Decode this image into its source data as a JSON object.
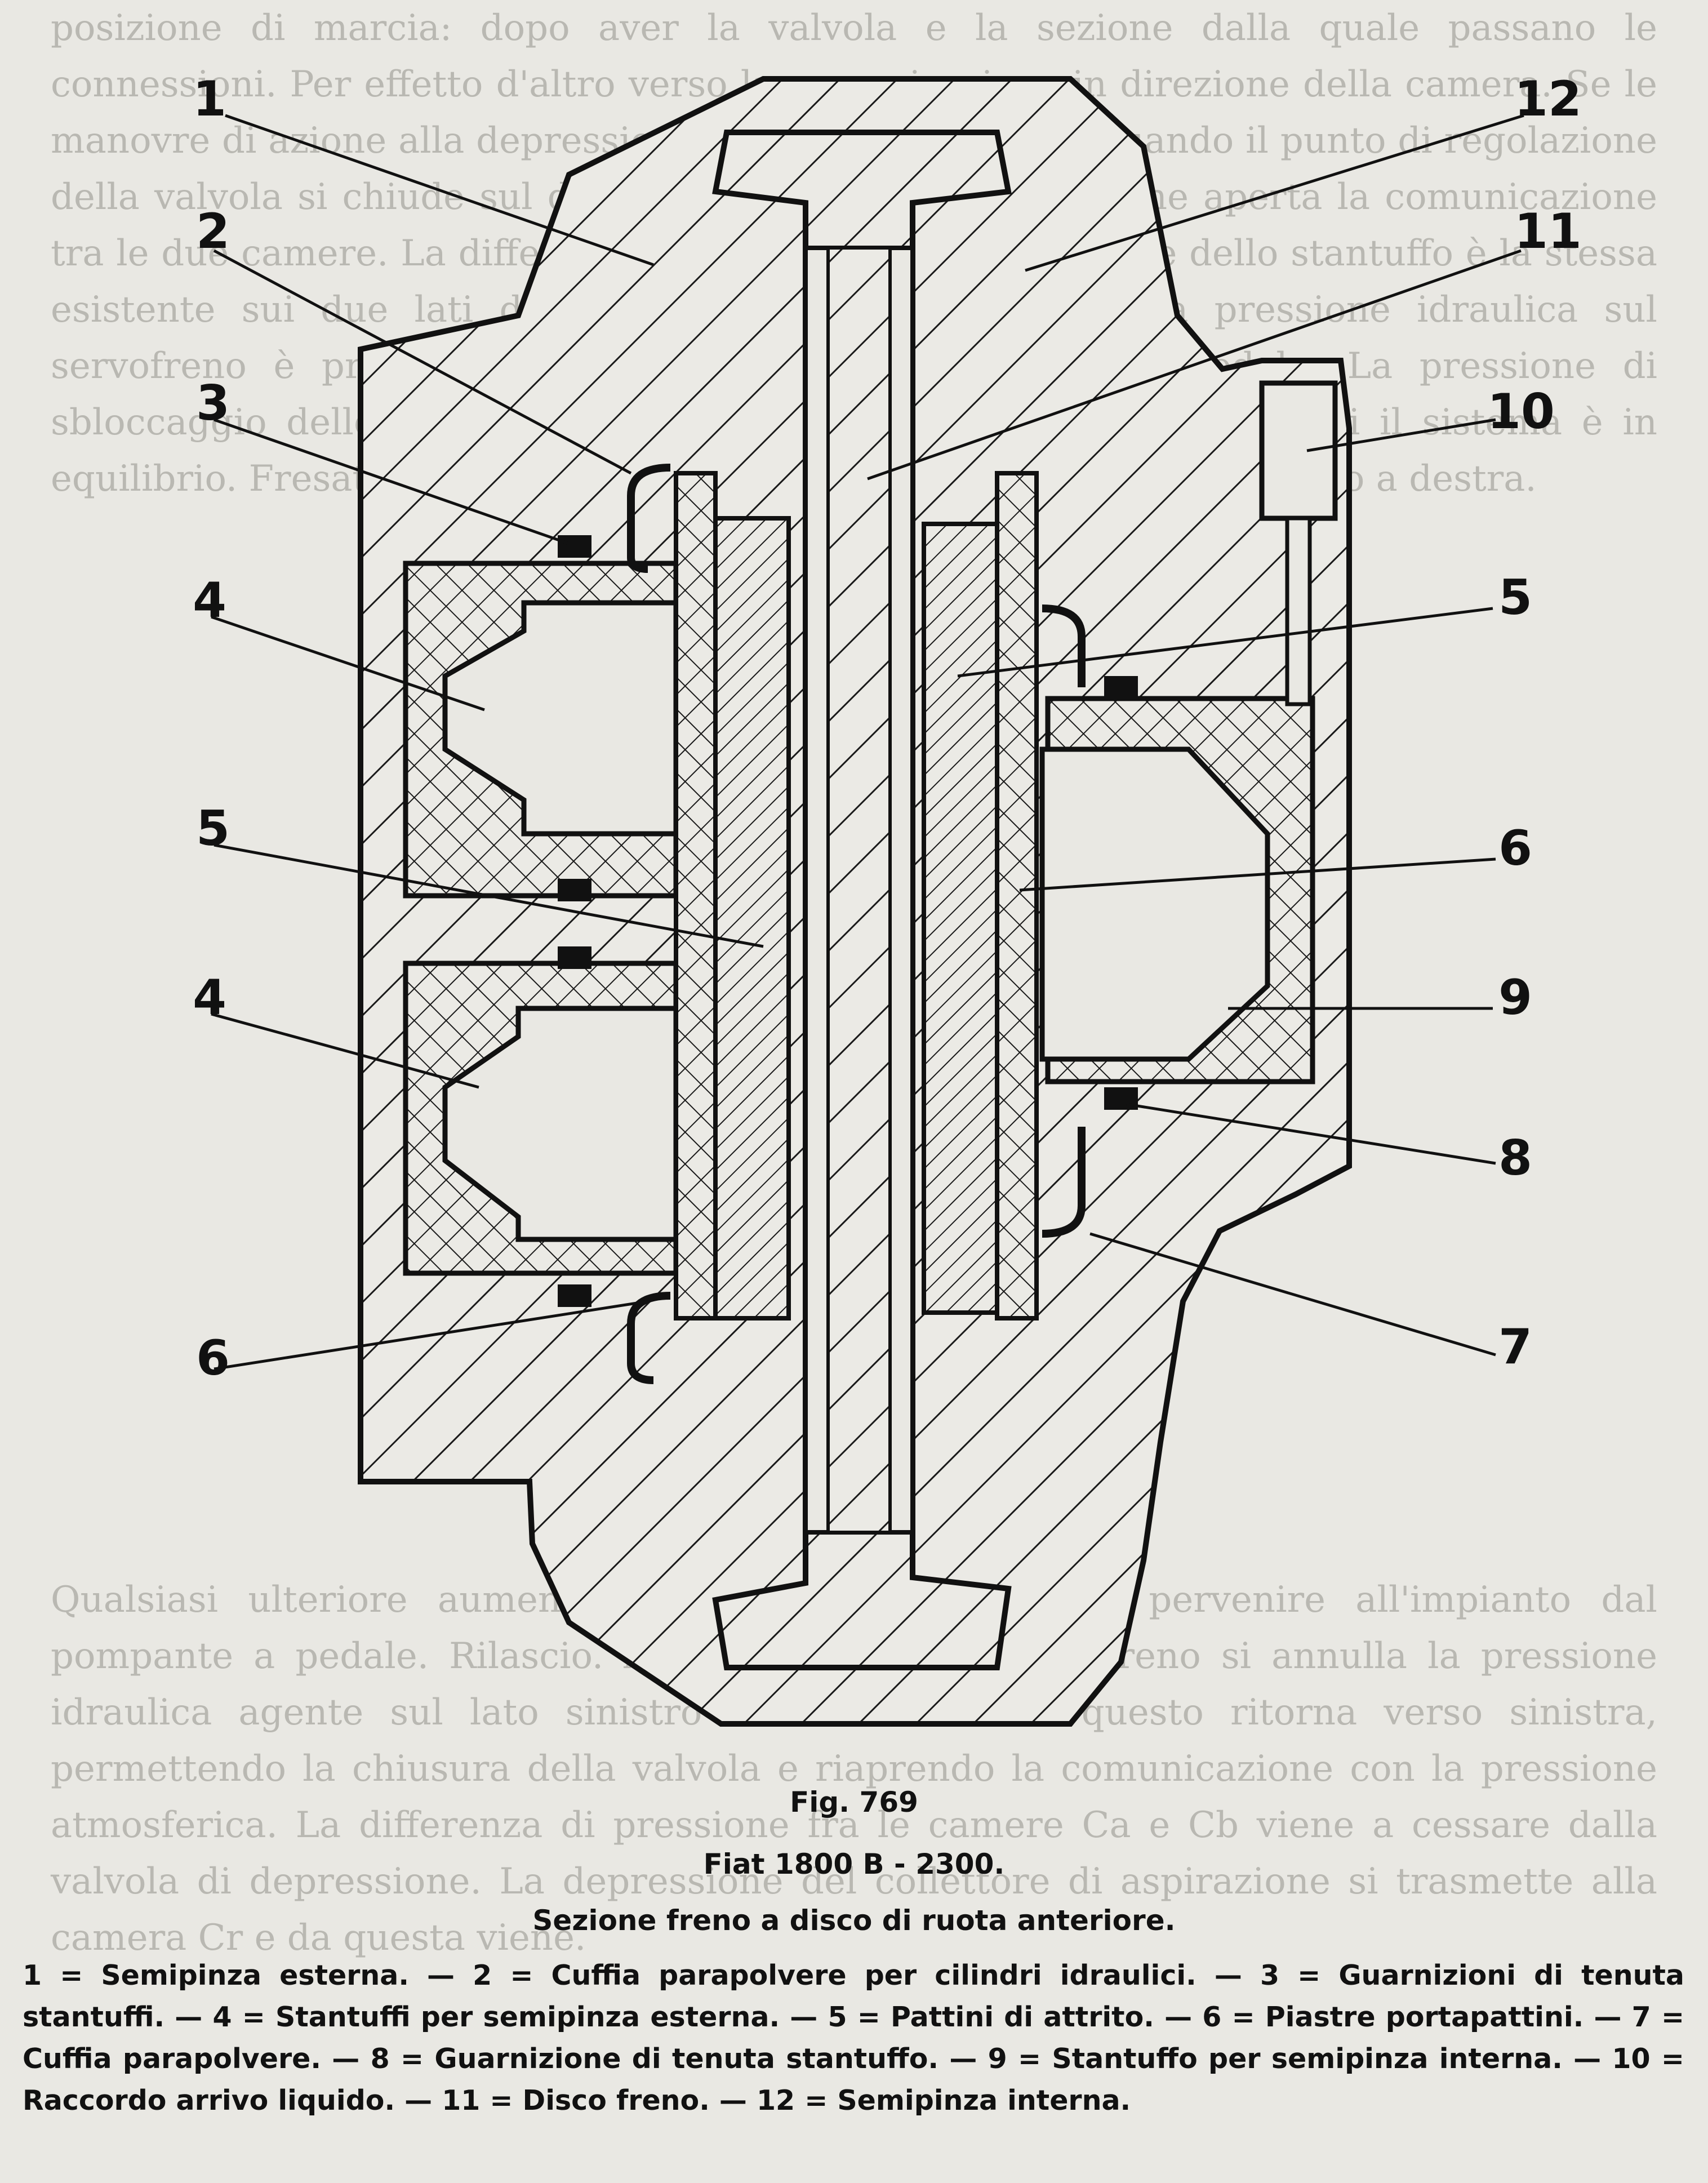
{
  "figure": {
    "number": "Fig. 769",
    "model": "Fiat 1800 B - 2300.",
    "title": "Sezione freno a disco di ruota anteriore."
  },
  "legend": "1 = Semipinza esterna. — 2 = Cuffia parapolvere per cilindri idraulici. — 3 = Guarnizioni di tenuta stantuffi. — 4 = Stantuffi per semipinza esterna. — 5 = Pattini di attrito. — 6 = Piastre portapattini. — 7 = Cuffia parapolvere. — 8 = Guarnizione di tenuta stantuffo. — 9 = Stantuffo per semipinza interna. — 10 = Raccordo arrivo liquido. — 11 = Disco freno. — 12 = Semipinza interna.",
  "callouts": {
    "c1": "1",
    "c2": "2",
    "c3": "3",
    "c4a": "4",
    "c4b": "4",
    "c5a": "5",
    "c5b": "5",
    "c6a": "6",
    "c6b": "6",
    "c7": "7",
    "c8": "8",
    "c9": "9",
    "c10": "10",
    "c11": "11",
    "c12": "12"
  },
  "background_text": {
    "top": "posizione di marcia: dopo aver la valvola e la sezione dalla quale passano le connessioni. Per effetto d'altro verso la comunicazione in direzione della camera. Se le manovre di azione alla depressione del servofreno fino a quando il punto di regolazione della valvola si chiude sul diaframma della pressione e viene aperta la comunicazione tra le due camere. La differenza di pressione tra le due facce dello stantuffo è la stessa esistente sui due lati del diaframma. In questo modo la pressione idraulica sul servofreno è proporzionale alla pressione esercitata sul pedale. La pressione di sbloccaggio delle parti a destra dello stantuffo e depressione in cui il sistema è in equilibrio. Fresata a fondo: l'azione del pedale sul segnale si trova tutto a destra.",
    "bottom": "Qualsiasi ulteriore aumento della pressione non può pervenire all'impianto dal pompante a pedale. Rilascio. Abbandonando il pedale freno si annulla la pressione idraulica agente sul lato sinistro dello stantuffo e questo ritorna verso sinistra, permettendo la chiusura della valvola e riaprendo la comunicazione con la pressione atmosferica. La differenza di pressione fra le camere Ca e Cb viene a cessare dalla valvola di depressione. La depressione del collettore di aspirazione si trasmette alla camera Cr e da questa viene."
  }
}
